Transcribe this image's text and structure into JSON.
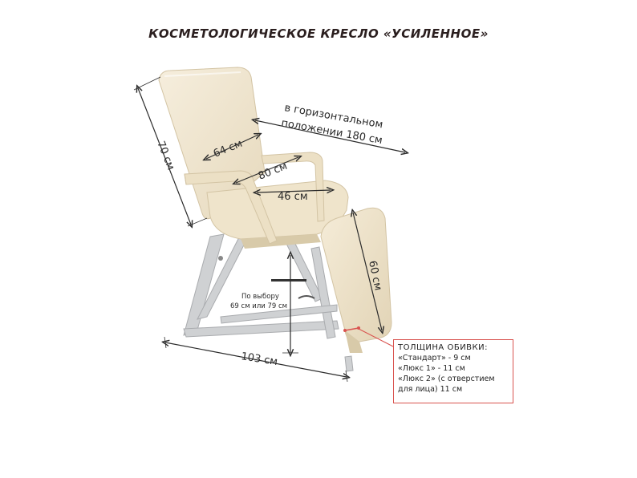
{
  "title": "КОСМЕТОЛОГИЧЕСКОЕ КРЕСЛО «УСИЛЕННОЕ»",
  "dimensions": {
    "backrest_height": "70 см",
    "backrest_width": "64 см",
    "armrest_span": "80 см",
    "seat_depth": "46 см",
    "leg_section": "60 см",
    "total_length": "103 см",
    "horizontal_line1": "в горизонтальном",
    "horizontal_line2": "положении 180 см",
    "height_line1": "По выбору",
    "height_line2": "69 см или 79 см"
  },
  "legend": {
    "heading": "ТОЛЩИНА ОБИВКИ:",
    "line1": "«Стандарт» - 9 см",
    "line2": "«Люкс 1» - 11 см",
    "line3": "«Люкс 2» (с отверстием",
    "line4": "для лица) 11 см"
  },
  "colors": {
    "upholstery": "#f1e7d2",
    "upholstery_shade": "#dccfb3",
    "frame": "#c9cbcd",
    "dimension_line": "#2b2b2b",
    "legend_border": "#d9534f"
  }
}
